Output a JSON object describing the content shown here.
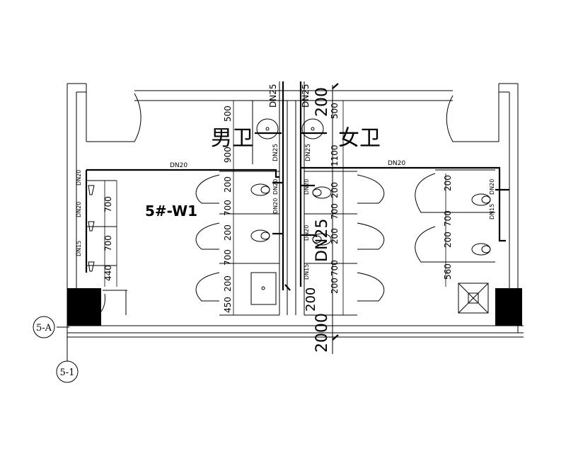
{
  "rooms": {
    "male": "男卫",
    "female": "女卫"
  },
  "tag": "5#-W1",
  "axes": {
    "horizontal": "5-A",
    "vertical": "5-1"
  },
  "pipes": {
    "left_top": "DN20",
    "right_top": "DN20",
    "riser_left": "DN25",
    "riser_right": "DN25",
    "riser_left_low": "DN25",
    "riser_right_low": "DN25",
    "left_wall_1": "DN20",
    "left_wall_2": "DN20",
    "left_wall_3": "DN15",
    "male_stall_1": "DN20",
    "male_stall_2": "DN20",
    "female_stall_1": "DN20",
    "female_stall_2": "DN20",
    "female_stall_3": "DN15",
    "right_room_1": "DN20",
    "right_room_2": "DN15"
  },
  "dims": {
    "left_col": [
      "700",
      "700",
      "440"
    ],
    "mid_left_col": [
      "500",
      "900",
      "200",
      "700",
      "200",
      "700",
      "450",
      "200"
    ],
    "mid_right_col": [
      "500",
      "1100",
      "200",
      "700",
      "200",
      "700",
      "200"
    ],
    "mid_right_text": [
      "200",
      "DN25",
      "2000"
    ],
    "vertical_total": "200",
    "right_col": [
      "200",
      "700",
      "200",
      "560"
    ]
  }
}
